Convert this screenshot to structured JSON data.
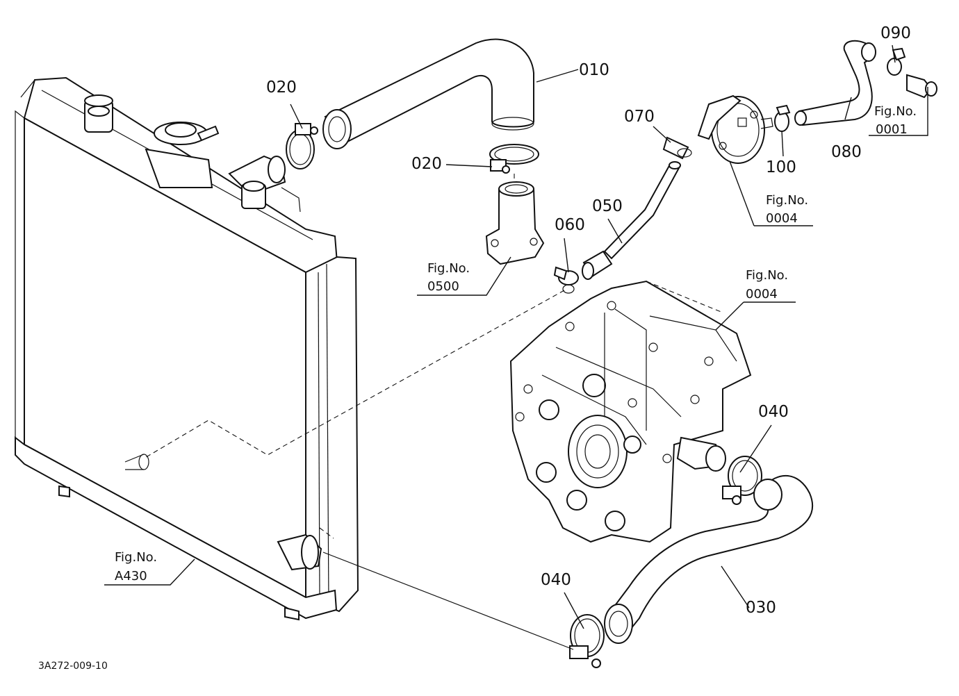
{
  "labels": {
    "p010": "010",
    "p020_top": "020",
    "p020_mid": "020",
    "p030": "030",
    "p040_right": "040",
    "p040_bottom": "040",
    "p050": "050",
    "p060": "060",
    "p070": "070",
    "p080": "080",
    "p090": "090",
    "p100": "100"
  },
  "figrefs": {
    "fig0001": {
      "title": "Fig.No.",
      "number": "0001"
    },
    "fig0004_top": {
      "title": "Fig.No.",
      "number": "0004"
    },
    "fig0004_engine": {
      "title": "Fig.No.",
      "number": "0004"
    },
    "fig0500": {
      "title": "Fig.No.",
      "number": "0500"
    },
    "figA430": {
      "title": "Fig.No.",
      "number": "A430"
    }
  },
  "drawing_code": "3A272-009-10"
}
